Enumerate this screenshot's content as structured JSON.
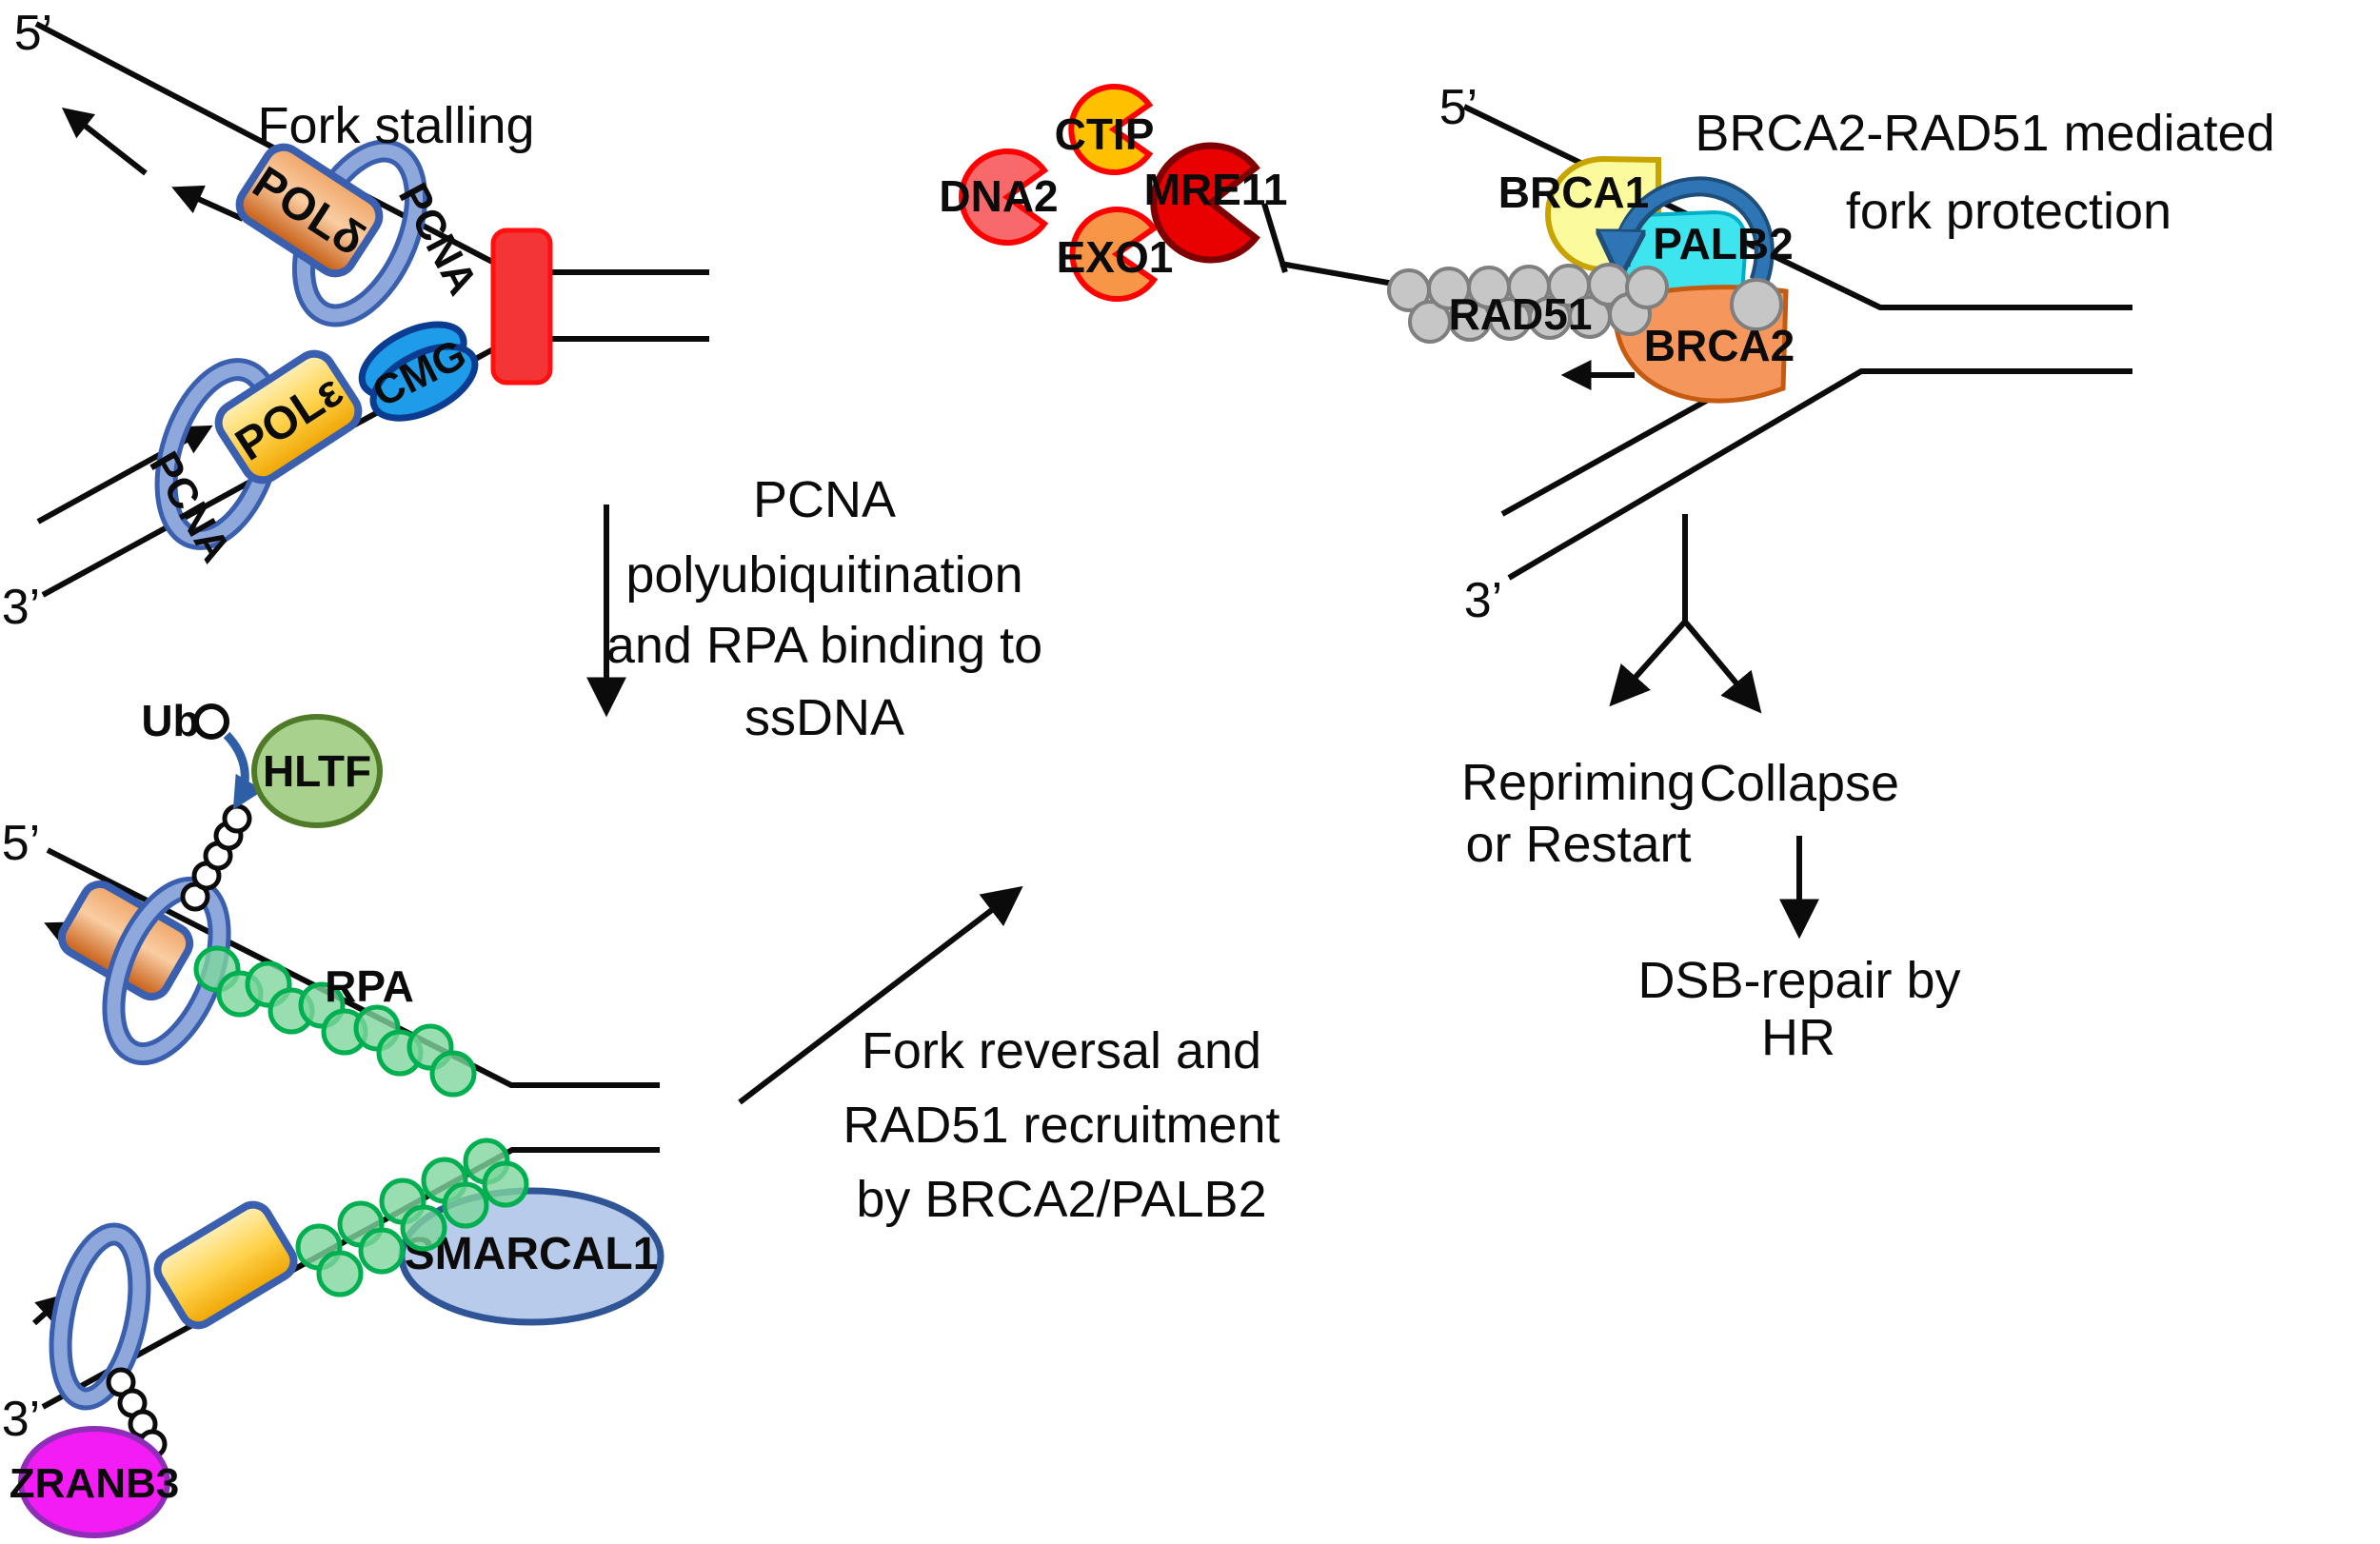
{
  "strands": {
    "five_prime": "5’",
    "three_prime": "3’"
  },
  "proteins": {
    "pol_delta": {
      "label": "POLδ",
      "color": "#E8955B"
    },
    "pol_epsilon": {
      "label": "POLε",
      "color": "#FFD34D"
    },
    "pcna": {
      "label": "PCNA",
      "color": "#8FA8DC"
    },
    "cmg": {
      "label": "CMG",
      "color": "#1E9BE9"
    },
    "dna2": {
      "label": "DNA2",
      "color": "#F8696B"
    },
    "ctip": {
      "label": "CTIP",
      "color": "#FFC000"
    },
    "exo1": {
      "label": "EXO1",
      "color": "#F79646"
    },
    "mre11": {
      "label": "MRE11",
      "color": "#E90000"
    },
    "brca1": {
      "label": "BRCA1",
      "color": "#FBFB9E"
    },
    "palb2": {
      "label": "PALB2",
      "color": "#3EE5EE"
    },
    "rad51": {
      "label": "RAD51",
      "color": "#C6C6C6"
    },
    "brca2": {
      "label": "BRCA2",
      "color": "#F5975C"
    },
    "ub": {
      "label": "Ub",
      "color": "#FFFFFF"
    },
    "hltf": {
      "label": "HLTF",
      "color": "#A9D18E"
    },
    "rpa": {
      "label": "RPA",
      "color": "#7ED69E"
    },
    "smarcal1": {
      "label": "SMARCAL1",
      "color": "#B9CBEA"
    },
    "zranb3": {
      "label": "ZRANB3",
      "color": "#F41CF4"
    }
  },
  "annotations": {
    "fork_stalling": "Fork stalling",
    "step1_line1": "PCNA",
    "step1_line2": "polyubiquitination",
    "step1_line3": "and RPA binding to",
    "step1_line4": "ssDNA",
    "step2_line1": "Fork reversal and",
    "step2_line2": "RAD51 recruitment",
    "step2_line3": "by BRCA2/PALB2",
    "protection_line1": "BRCA2-RAD51 mediated",
    "protection_line2": "fork protection",
    "outcome_left_line1": "Repriming",
    "outcome_left_line2": "or Restart",
    "outcome_right": "Collapse",
    "dsb_line1": "DSB-repair by",
    "dsb_line2": "HR"
  },
  "colors": {
    "stall_block": "#F23535",
    "dna_line": "#0b0b0b",
    "ring_band": "#8FA8DC",
    "ring_edge": "#3A5FAE",
    "recruit_arrow": "#2E75B6",
    "nuclease_outline": "#FF0000",
    "mre11_outline": "#7F0000"
  }
}
